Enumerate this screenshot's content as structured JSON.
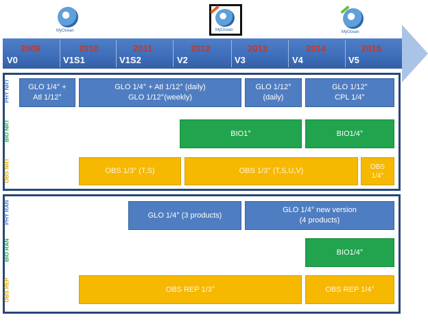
{
  "logos": [
    {
      "text": "MyOcean"
    },
    {
      "text": "MyOcean"
    },
    {
      "text": "MyOcean"
    }
  ],
  "timeline": [
    {
      "year": "2009",
      "version": "V0"
    },
    {
      "year": "2010",
      "version": "V1S1"
    },
    {
      "year": "2011",
      "version": "V1S2"
    },
    {
      "year": "2012",
      "version": "V2"
    },
    {
      "year": "2013",
      "version": "V3"
    },
    {
      "year": "2014",
      "version": "V4"
    },
    {
      "year": "2015",
      "version": "V5"
    }
  ],
  "nrt_rows": [
    "PHY NRT",
    "BIO NRT",
    "OBS NRT"
  ],
  "rean_rows": [
    "PHY RAN",
    "BIO RAN",
    "OBS REP"
  ],
  "products": {
    "phy_nrt_1": "GLO 1/4° +\nAtl 1/12°",
    "phy_nrt_2": "GLO 1/4° + Atl 1/12° (daily)\nGLO 1/12°(weekly)",
    "phy_nrt_3": "GLO 1/12°\n(daily)",
    "phy_nrt_4": "GLO 1/12°\nCPL 1/4°",
    "bio_nrt_1": "BIO1°",
    "bio_nrt_2": "BIO1/4°",
    "obs_nrt_1": "OBS 1/3° (T,S)",
    "obs_nrt_2": "OBS 1/3° (T,S,U,V)",
    "obs_nrt_3": "OBS\n1/4°",
    "phy_ran_1": "GLO 1/4° (3 products)",
    "phy_ran_2": "GLO 1/4° new version\n(4 products)",
    "bio_ran_1": "BIO1/4°",
    "obs_rep_1": "OBS REP 1/3°",
    "obs_rep_2": "OBS REP 1/4°"
  },
  "colors": {
    "phy": "#4f7dc1",
    "bio": "#21a44d",
    "obs": "#f6b800",
    "panel_border": "#27467a"
  }
}
